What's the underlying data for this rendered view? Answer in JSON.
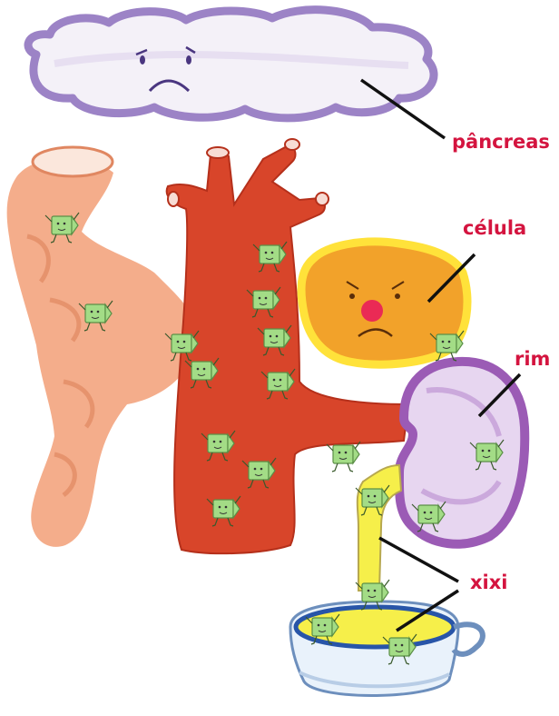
{
  "labels": {
    "pancreas": "pâncreas",
    "cell": "célula",
    "kidney": "rim",
    "urine": "xixi"
  },
  "colors": {
    "label_text": "#d4143f",
    "leader_line": "#111111",
    "pancreas_cloud": "#b9a5d4",
    "intestine": "#f2ab86",
    "blood_vessel": "#d8452a",
    "cell_body": "#f2a22a",
    "cell_outline": "#ffe23a",
    "kidney": "#9b5bb5",
    "urine": "#f6ef4a",
    "glucose_character": "#a3dc86",
    "pot": "#e9f2fb"
  },
  "icons": [
    "sad-cloud-face",
    "sad-cell-face",
    "glucose-character"
  ]
}
